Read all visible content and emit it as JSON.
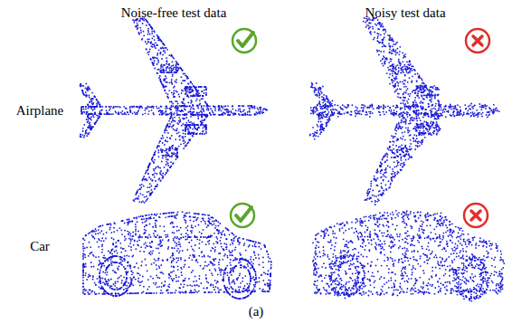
{
  "diagram": {
    "caption": "(a)",
    "labels": [
      "Noise-free test data",
      "Noisy test data",
      "Airplane",
      "Car"
    ]
  }
}
